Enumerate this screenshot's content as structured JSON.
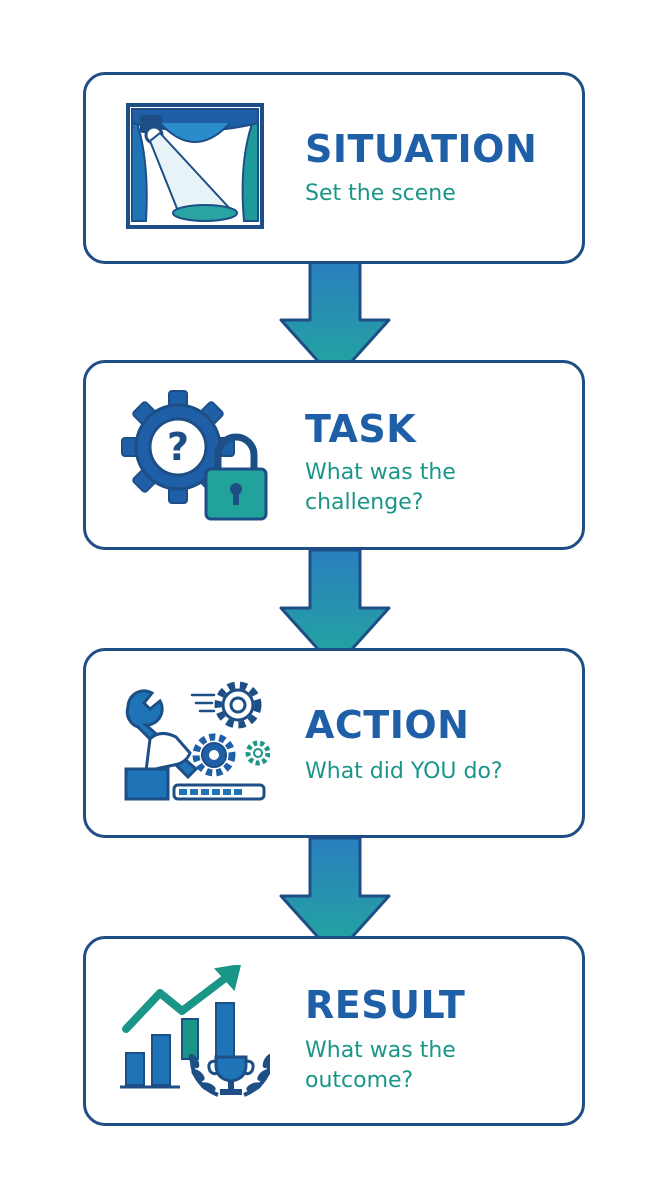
{
  "steps": [
    {
      "title": "SITUATION",
      "subtitle": "Set the scene",
      "icon": "stage-spotlight-icon"
    },
    {
      "title": "TASK",
      "subtitle": "What was the\nchallenge?",
      "icon": "gear-question-lock-icon"
    },
    {
      "title": "ACTION",
      "subtitle": "What did YOU do?",
      "icon": "wrench-gears-icon"
    },
    {
      "title": "RESULT",
      "subtitle": "What was the\noutcome?",
      "icon": "growth-chart-trophy-icon"
    }
  ],
  "colors": {
    "dark_blue": "#1d4f86",
    "blue": "#1f5fa8",
    "teal": "#1a9688",
    "arrow_top": "#2f8fc8",
    "arrow_bottom": "#25a79d"
  }
}
